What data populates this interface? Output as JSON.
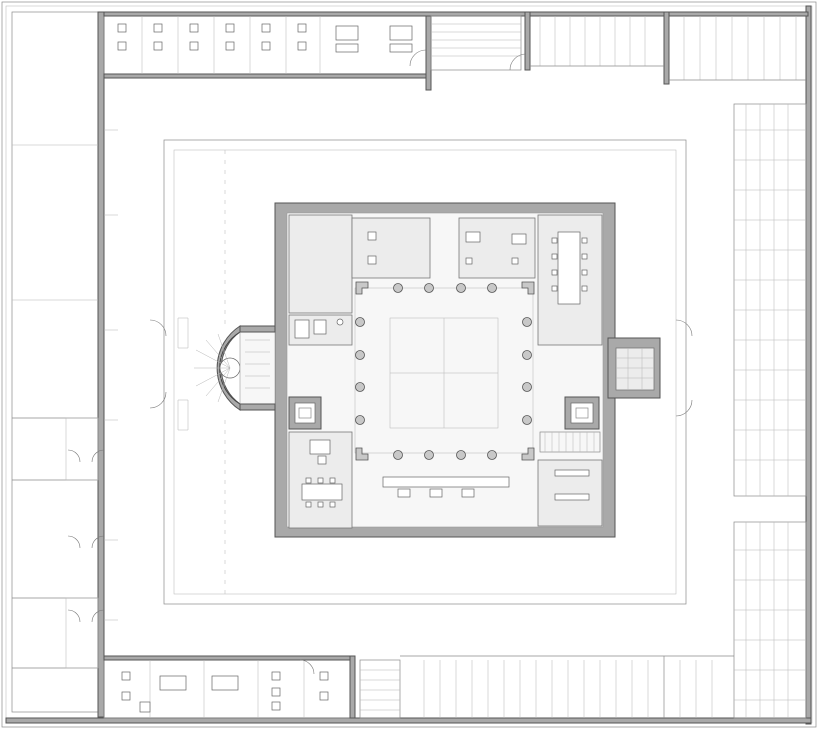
{
  "plan": {
    "colors": {
      "background": "#ffffff",
      "wall": "#a9a9a9",
      "room_fill": "#ececec",
      "line": "#555555"
    },
    "structure_names": [
      "outer-perimeter-wall",
      "west-wing",
      "north-office-wing",
      "south-office-wing",
      "east-stair-terraces",
      "inner-courtyard-frame",
      "central-building",
      "colonnade-hall",
      "spiral-stair-tower",
      "east-entrance-porch",
      "meeting-room",
      "elevator-core",
      "stair-well"
    ],
    "column_count": 16
  }
}
